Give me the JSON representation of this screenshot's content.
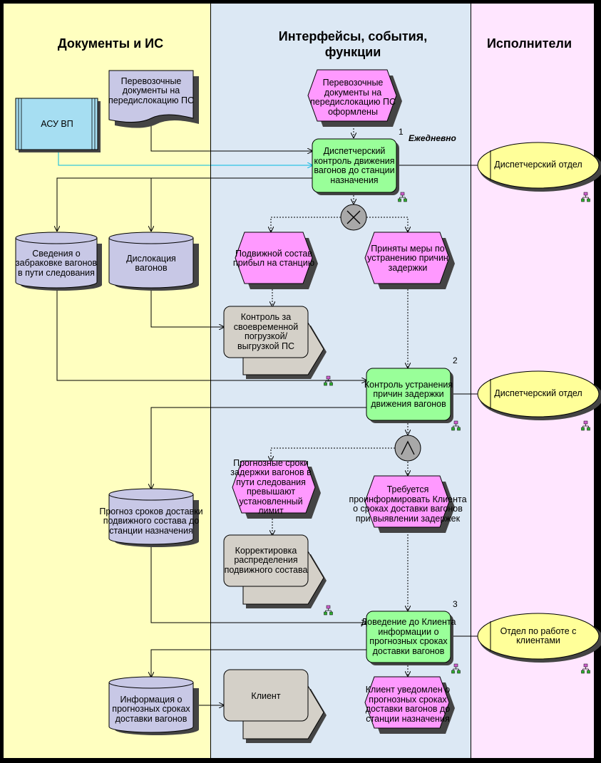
{
  "lanes": {
    "documents": "Документы и ИС",
    "interfaces": "Интерфейсы, события, функции",
    "executors": "Исполнители"
  },
  "documents": {
    "asu_vp": "АСУ ВП",
    "transport_docs": "Перевозочные документы на передислокацию ПС",
    "rejected_cars": "Сведения о забраковке вагонов в пути следования",
    "car_dislocation": "Дислокация вагонов",
    "delivery_forecast": "Прогноз сроков доставки подвижного состава до станции назначения",
    "forecast_info": "Информация о прогнозных сроках доставки вагонов"
  },
  "events": {
    "docs_issued": "Перевозочные документы на передислокацию ПС оформлены",
    "arrived": "Подвижной состав прибыл на станцию",
    "measures_taken": "Приняты меры по устранению причин задержки",
    "forecast_exceeded": "Прогнозные сроки задержки вагонов в пути следования превышают установленный лимит",
    "need_inform": "Требуется проинформировать Клиента о сроках доставки вагонов при выявлении задержек",
    "client_notified": "Клиент уведомлен о прогнозных сроках доставки вагонов до станции назначения"
  },
  "functions": {
    "f1": {
      "number": "1",
      "label": "Диспетчерский контроль движения вагонов до станции назначения",
      "note": "Ежедневно"
    },
    "f2": {
      "number": "2",
      "label": "Контроль устранения причин задержки движения вагонов"
    },
    "f3": {
      "number": "3",
      "label": "Доведение до Клиента информации о прогнозных сроках доставки вагонов"
    }
  },
  "subprocesses": {
    "loading_control": "Контроль за своевременной погрузкой/ выгрузкой ПС",
    "redistribution": "Корректировка распределения подвижного состава",
    "client": "Клиент"
  },
  "executors": {
    "dispatch1": "Диспетчерский отдел",
    "dispatch2": "Диспетчерский отдел",
    "client_dept": "Отдел по работе с клиентами"
  },
  "colors": {
    "lane_documents": "#FFFFC0",
    "lane_interfaces": "#DCE8F4",
    "lane_executors": "#FFE6FF",
    "document": "#C8C8E6",
    "event": "#FF99FF",
    "function": "#99FF99",
    "subprocess": "#D4D0C8",
    "executor": "#FFFF99",
    "asu": "#A6DEF2"
  }
}
